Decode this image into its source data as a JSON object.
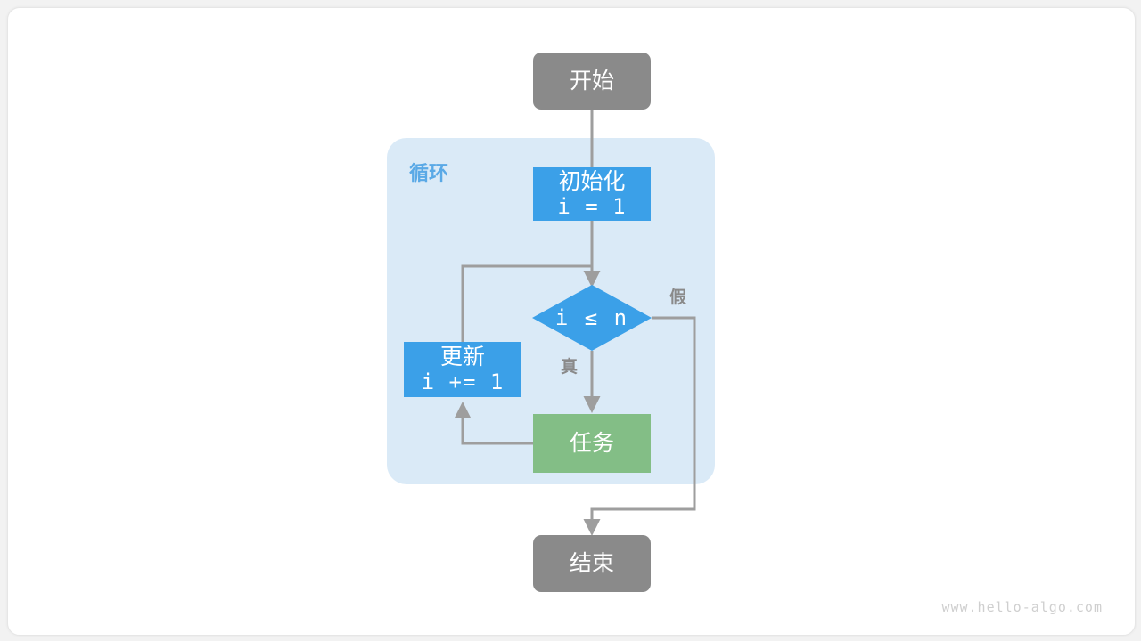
{
  "diagram": {
    "title": "for-loop-flowchart",
    "colors": {
      "terminal": "#8a8a8a",
      "process": "#3ba0e8",
      "task": "#83be86",
      "loop_container": "#daeaf7",
      "loop_title": "#5aa9e6",
      "edge": "#9e9e9e",
      "edge_label": "#8a8a8a",
      "page_background": "#ffffff",
      "card_background": "#ffffff"
    },
    "loop_container": {
      "label": "循环"
    },
    "nodes": [
      {
        "id": "start",
        "kind": "terminal",
        "line1": "开始",
        "line2": ""
      },
      {
        "id": "init",
        "kind": "process",
        "line1": "初始化",
        "line2": "i = 1"
      },
      {
        "id": "cond",
        "kind": "decision",
        "line1": "i ≤ n",
        "line2": ""
      },
      {
        "id": "update",
        "kind": "process",
        "line1": "更新",
        "line2": "i += 1"
      },
      {
        "id": "task",
        "kind": "task",
        "line1": "任务",
        "line2": ""
      },
      {
        "id": "end",
        "kind": "terminal",
        "line1": "结束",
        "line2": ""
      }
    ],
    "edge_labels": {
      "true": "真",
      "false": "假"
    },
    "watermark": "www.hello-algo.com"
  }
}
